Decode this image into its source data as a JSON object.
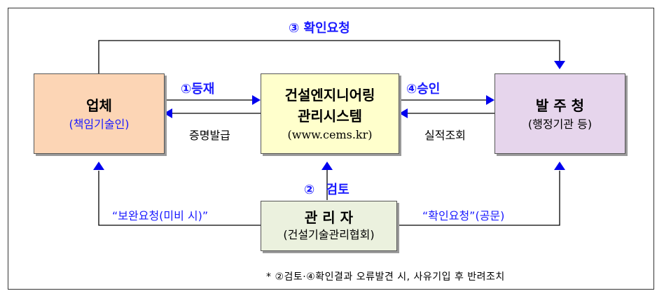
{
  "nodes": {
    "company": {
      "title": "업체",
      "subtitle": "(책임기술인)",
      "fill": "#fcd5b5"
    },
    "cems": {
      "line1": "건설엔지니어링",
      "line2": "관리시스템",
      "line3": "(www.cems.kr)",
      "fill": "#ffffcc"
    },
    "client": {
      "title": "발 주 청",
      "subtitle": "(행정기관 등)",
      "fill": "#e6d5ec"
    },
    "manager": {
      "title": "관 리 자",
      "subtitle": "(건설기술관리협회)",
      "fill": "#ebf1de"
    }
  },
  "edges": {
    "confirm_request": "③ 확인요청",
    "register": "①등재",
    "certificate": "증명발급",
    "approve": "④승인",
    "record_lookup": "실적조회",
    "review": "② 검토",
    "supplement_request": "“보완요청(미비 시)”",
    "official_request": "“확인요청”(공문)"
  },
  "footnote": "* ②검토·④확인결과 오류발견 시, 사유기입 후 반려조치",
  "colors": {
    "line": "#000000",
    "arrow": "#0000ee",
    "label": "#1a1aff"
  }
}
